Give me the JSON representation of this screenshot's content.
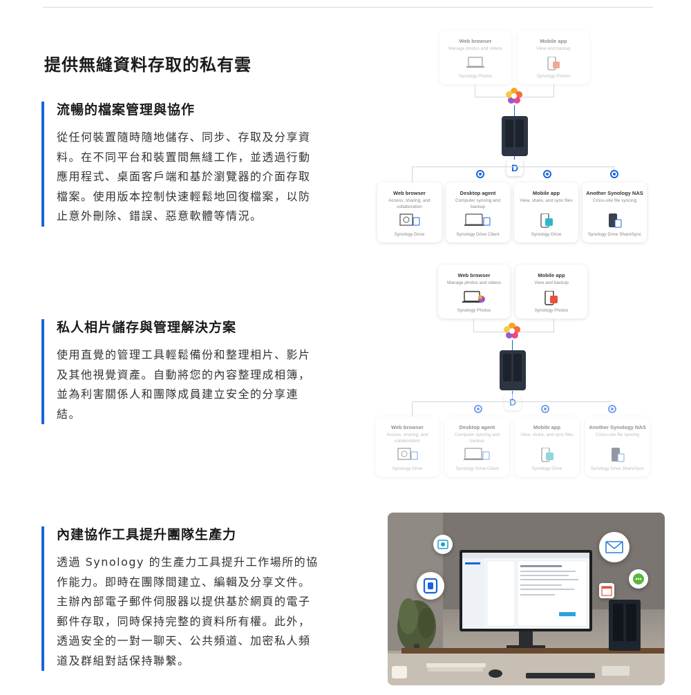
{
  "page": {
    "title": "提供無縫資料存取的私有雲"
  },
  "features": [
    {
      "title": "流暢的檔案管理與協作",
      "body": "從任何裝置隨時隨地儲存、同步、存取及分享資料。在不同平台和裝置間無縫工作，並透過行動應用程式、桌面客戶端和基於瀏覽器的介面存取檔案。使用版本控制快速輕鬆地回復檔案，以防止意外刪除、錯誤、惡意軟體等情況。"
    },
    {
      "title": "私人相片儲存與管理解決方案",
      "body": "使用直覺的管理工具輕鬆備份和整理相片、影片及其他視覺資產。自動將您的內容整理成相簿，並為利害關係人和團隊成員建立安全的分享連結。"
    },
    {
      "title": "內建協作工具提升團隊生產力",
      "body": "透過 Synology 的生產力工具提升工作場所的協作能力。即時在團隊間建立、編輯及分享文件。主辦內部電子郵件伺服器以提供基於網頁的電子郵件存取，同時保持完整的資料所有權。此外，透過安全的一對一聊天、公共頻道、加密私人頻道及群組對話保持聯繫。"
    }
  ],
  "diagram": {
    "photos_cards": [
      {
        "title": "Web browser",
        "sub": "Manage photos and videos",
        "app": "Synology Photos"
      },
      {
        "title": "Mobile app",
        "sub": "View and backup",
        "app": "Synology Photos"
      }
    ],
    "drive_cards": [
      {
        "title": "Web browser",
        "sub": "Access, sharing, and collaboration",
        "app": "Synology Drive"
      },
      {
        "title": "Desktop agent",
        "sub": "Computer syncing and backup",
        "app": "Synology Drive Client"
      },
      {
        "title": "Mobile app",
        "sub": "View, share, and sync files",
        "app": "Synology Drive"
      },
      {
        "title": "Another Synology NAS",
        "sub": "Cross-site file syncing",
        "app": "Synology Drive ShareSync"
      }
    ],
    "drive_logo": "D"
  },
  "colors": {
    "accent": "#1863dc",
    "text": "#1a1a1a",
    "rule": "#d9d9d9"
  },
  "icons": [
    "laptop-icon",
    "phone-icon",
    "photos-flower-icon",
    "nas-icon",
    "drive-logo-icon",
    "mail-icon",
    "chat-icon",
    "calendar-icon",
    "office-icon"
  ]
}
